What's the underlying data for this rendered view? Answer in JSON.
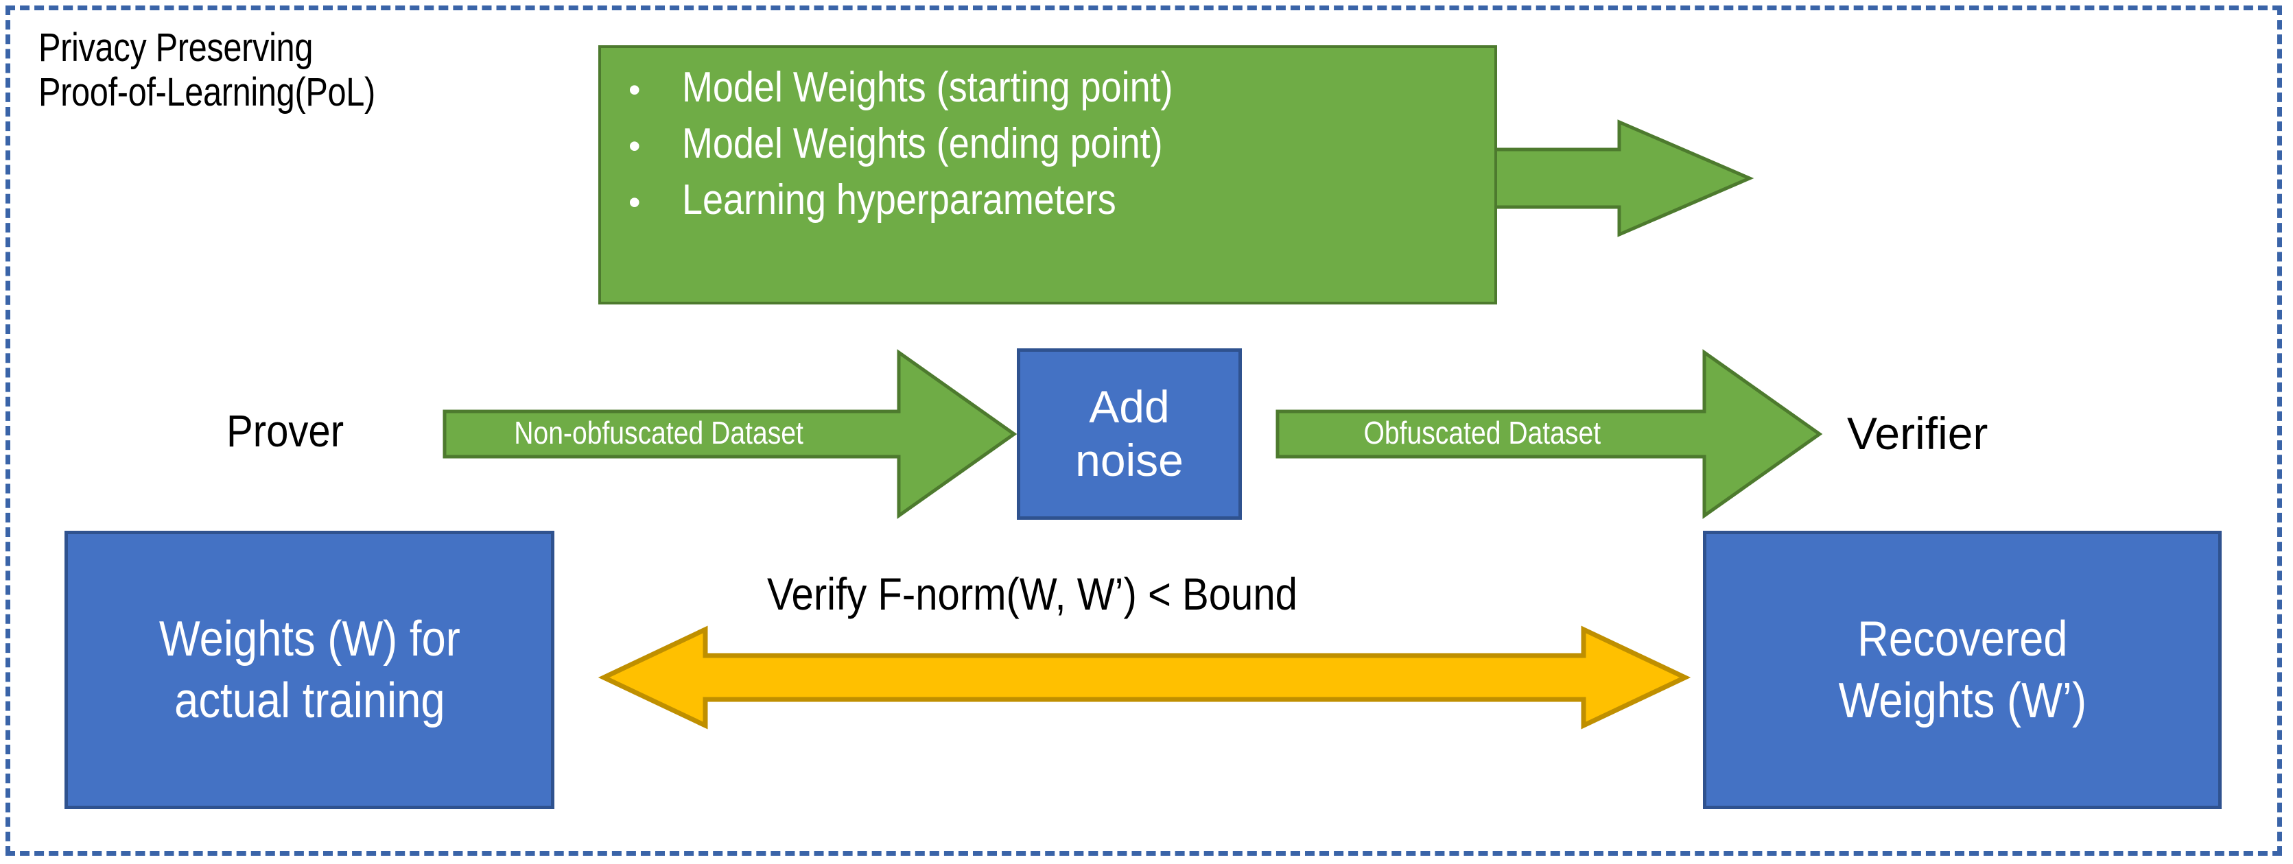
{
  "diagram": {
    "title_line1": "Privacy Preserving",
    "title_line2": "Proof-of-Learning(PoL)",
    "colors": {
      "frame_border": "#3A64A8",
      "green_fill": "#6FAC46",
      "green_border": "#4D7A2E",
      "blue_fill": "#4472C4",
      "blue_border": "#2F528F",
      "yellow_fill": "#FFC000",
      "yellow_border": "#BF8F00",
      "white_text": "#FFFFFF",
      "black_text": "#000000"
    },
    "pol_box": {
      "bullets": [
        "Model Weights (starting point)",
        "Model Weights (ending point)",
        "Learning hyperparameters"
      ],
      "bullet_glyph": "•"
    },
    "actors": {
      "prover": "Prover",
      "verifier": "Verifier"
    },
    "process": {
      "add_noise": "Add\nnoise"
    },
    "flows": {
      "pol_output_arrow": "",
      "non_obfuscated": "Non-obfuscated Dataset",
      "obfuscated": "Obfuscated Dataset",
      "verify_condition": "Verify F-norm(W, W’) < Bound"
    },
    "weights": {
      "prover_weights": "Weights (W) for\nactual training",
      "verifier_weights": "Recovered\nWeights (W’)"
    }
  }
}
